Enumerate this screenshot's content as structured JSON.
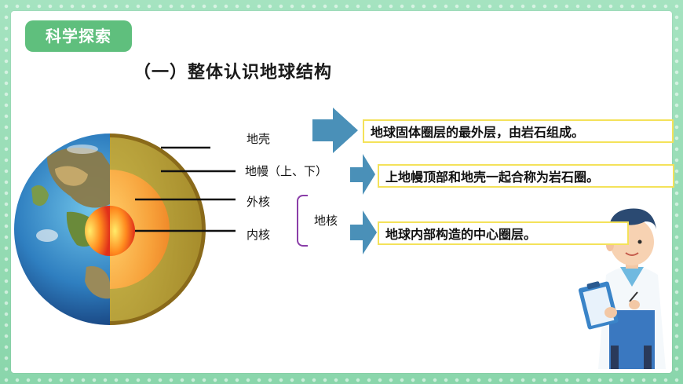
{
  "badge": "科学探索",
  "title": "（一）整体认识地球结构",
  "layers": {
    "crust": "地壳",
    "mantle": "地幔（上、下）",
    "outer_core": "外核",
    "inner_core": "内核",
    "core_group": "地核"
  },
  "descriptions": {
    "crust": "地球固体圈层的最外层，由岩石组成。",
    "lithosphere": "上地幔顶部和地壳一起合称为岩石圈。",
    "core": "地球内部构造的中心圈层。"
  },
  "colors": {
    "badge": "#5fbf7d",
    "arrow": "#4a90b8",
    "desc_border": "#f4e25a",
    "bracket": "#8a3ea8"
  }
}
